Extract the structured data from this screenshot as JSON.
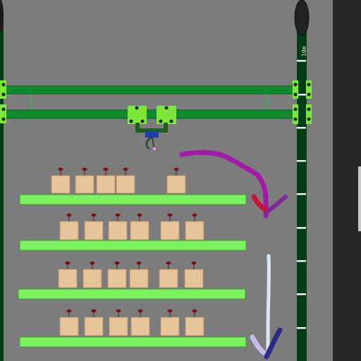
{
  "colors": {
    "background": "#7c7c7c",
    "right_panel": "#262626",
    "pole": "#003d12",
    "rail": "#0f8a2c",
    "rail_edge": "#056018",
    "bracket": "#7ee83a",
    "bolt": "#0a2a0a",
    "shelf": "#7cf25e",
    "shelf_edge": "#3e9a38",
    "box": "#e8c49a",
    "box_edge": "#b68e5e",
    "handle": "#7a0f18",
    "gripper_body": "#1f5e1a",
    "gripper_head": "#1e3fb0",
    "stroke_purple": "#a11aa8",
    "stroke_red": "#c8143c",
    "stroke_violet": "#7a2a9a",
    "stroke_white": "#dde8f0",
    "stroke_lavender": "#c8b8ee",
    "stroke_navy": "#2a2a88"
  },
  "ruler": {
    "label": "10m"
  },
  "icons": {
    "pole_cap": "rounded-cap-icon",
    "bolt": "bolt-icon",
    "gripper": "gripper-icon",
    "box": "box-icon"
  },
  "shelves": [
    {
      "id": 1,
      "boxes": 5
    },
    {
      "id": 2,
      "boxes": 6
    },
    {
      "id": 3,
      "boxes": 6
    },
    {
      "id": 4,
      "boxes": 6
    }
  ]
}
